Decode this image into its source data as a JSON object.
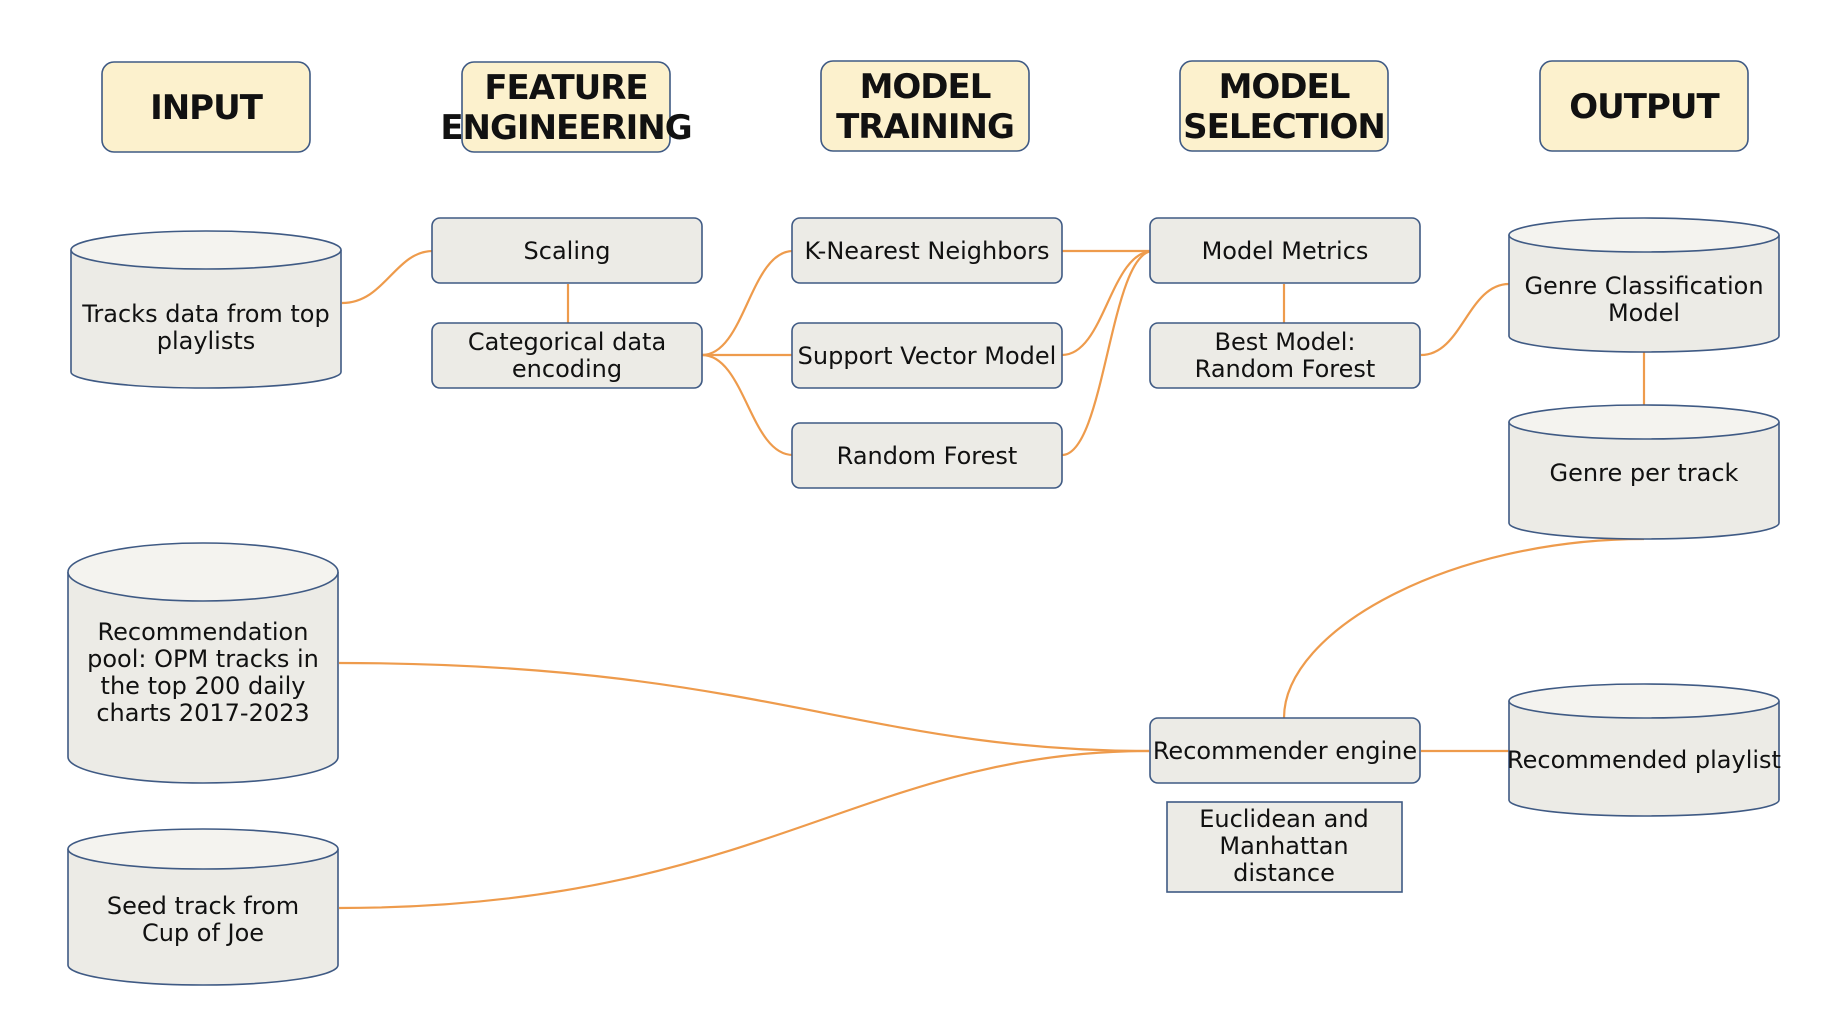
{
  "headers": {
    "input": [
      "INPUT"
    ],
    "feature_engineering": [
      "FEATURE",
      "ENGINEERING"
    ],
    "model_training": [
      "MODEL",
      "TRAINING"
    ],
    "model_selection": [
      "MODEL",
      "SELECTION"
    ],
    "output": [
      "OUTPUT"
    ]
  },
  "nodes": {
    "tracks_data": [
      "Tracks data from top",
      "playlists"
    ],
    "scaling": [
      "Scaling"
    ],
    "categorical_encoding": [
      "Categorical data",
      "encoding"
    ],
    "knn": [
      "K-Nearest Neighbors"
    ],
    "svm": [
      "Support Vector Model"
    ],
    "random_forest": [
      "Random Forest"
    ],
    "model_metrics": [
      "Model Metrics"
    ],
    "best_model": [
      "Best Model:",
      "Random Forest"
    ],
    "genre_classification_model": [
      "Genre Classification",
      "Model"
    ],
    "genre_per_track": [
      "Genre per track"
    ],
    "recommendation_pool": [
      "Recommendation",
      "pool: OPM tracks in",
      "the top 200 daily",
      "charts 2017-2023"
    ],
    "seed_track": [
      "Seed track from",
      "Cup of Joe"
    ],
    "recommender_engine": [
      "Recommender engine"
    ],
    "distance_note": [
      "Euclidean and",
      "Manhattan",
      "distance"
    ],
    "recommended_playlist": [
      "Recommended playlist"
    ]
  },
  "colors": {
    "header_fill": "#fcf1cd",
    "box_fill": "#ecebe6",
    "border": "#3f5a84",
    "connector": "#ee9b4c"
  }
}
